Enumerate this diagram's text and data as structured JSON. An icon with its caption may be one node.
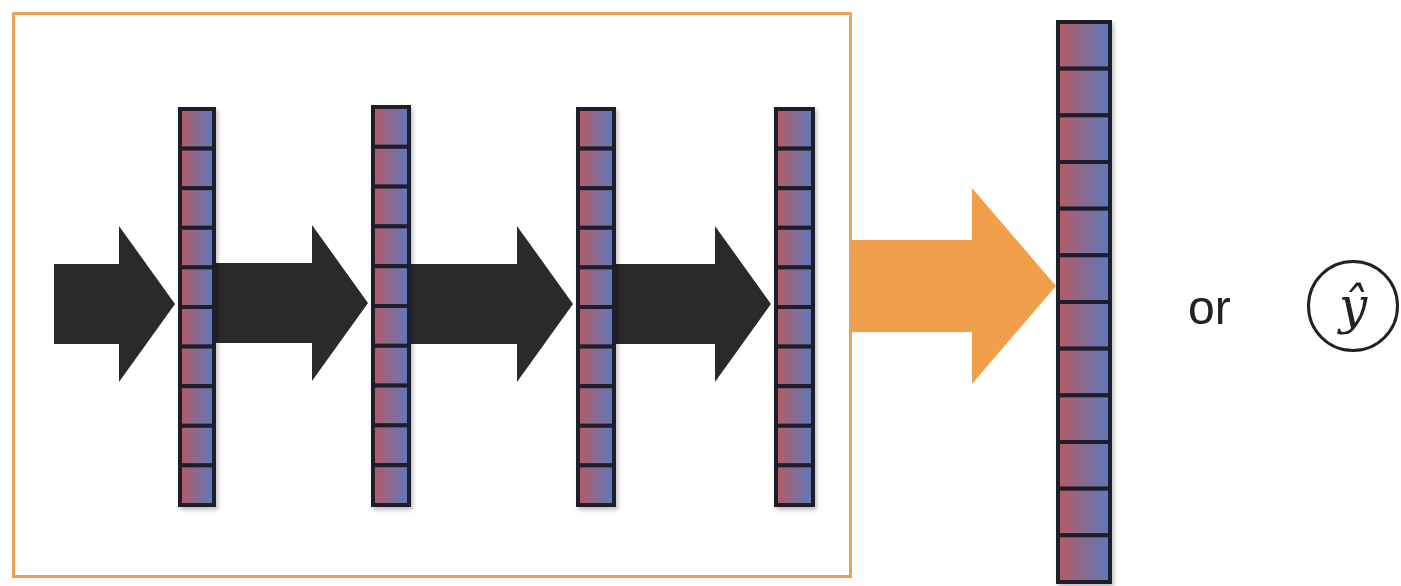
{
  "diagram": {
    "nodes": [
      {
        "text": [],
        "shape": "box"
      },
      {
        "text": [],
        "shape": "bar",
        "in": 0
      },
      {
        "text": [],
        "shape": "bar",
        "in": 0
      },
      {
        "text": [],
        "shape": "bar",
        "in": 0
      },
      {
        "text": [],
        "shape": "bar",
        "in": 0
      },
      {
        "text": [],
        "shape": "bar"
      },
      {
        "text": [
          "ŷ"
        ]
      }
    ],
    "edges": [
      {
        "from": null,
        "to": 1,
        "arrow": "to"
      },
      {
        "from": 1,
        "to": 2,
        "arrow": "to"
      },
      {
        "from": 2,
        "to": 3,
        "arrow": "to"
      },
      {
        "from": 3,
        "to": 4,
        "arrow": "to"
      },
      {
        "from": 0,
        "to": 5,
        "arrow": "to",
        "color": "#f0a04b"
      }
    ],
    "labels": [
      "or"
    ]
  }
}
